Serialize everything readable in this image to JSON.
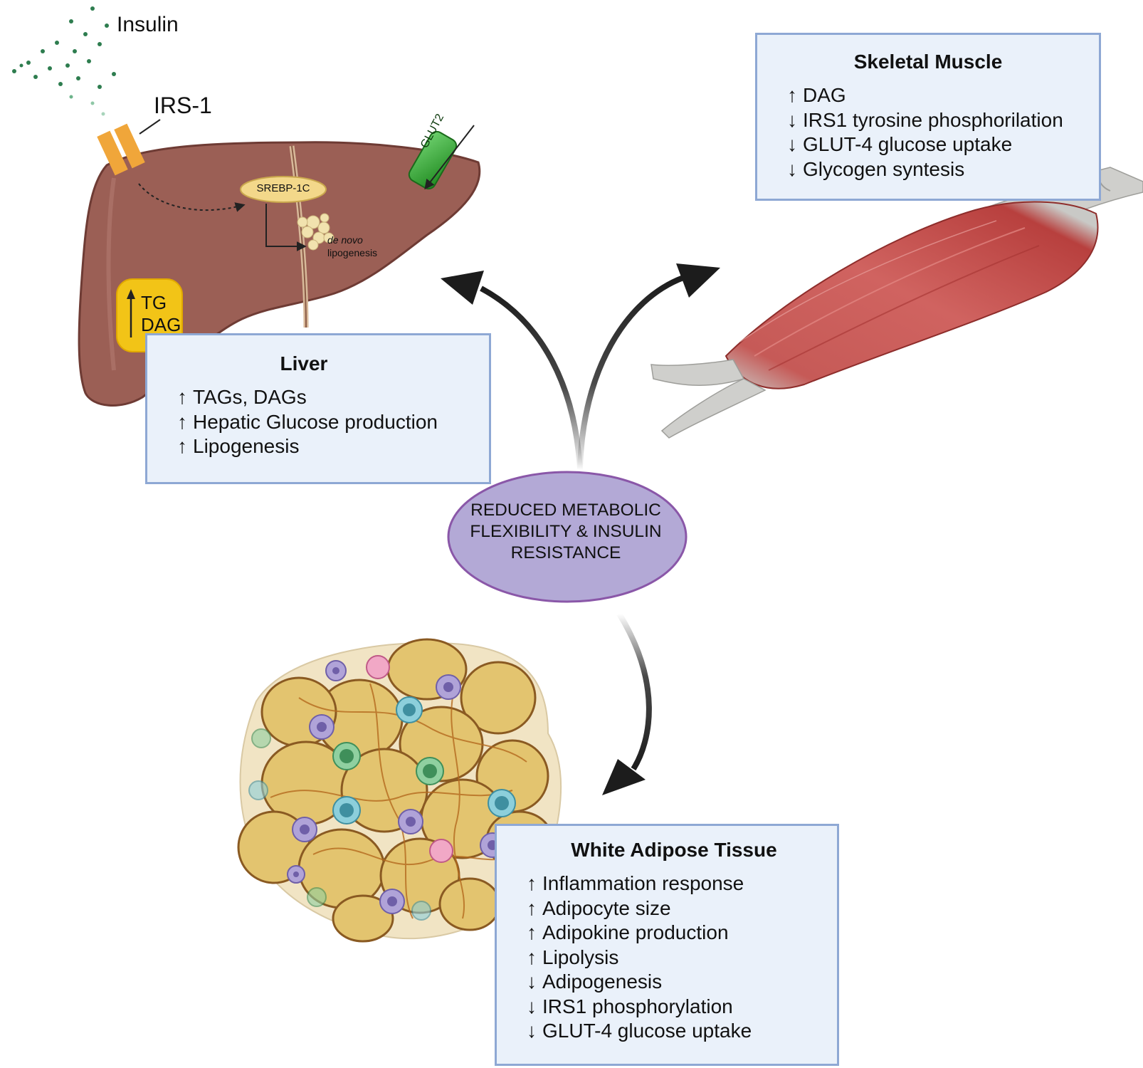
{
  "liver": {
    "title": "Liver",
    "items": [
      {
        "arrow": "↑",
        "text": "TAGs, DAGs"
      },
      {
        "arrow": "↑",
        "text": "Hepatic Glucose production"
      },
      {
        "arrow": "↑",
        "text": "Lipogenesis"
      }
    ],
    "labels": {
      "insulin": "Insulin",
      "irs1": "IRS-1",
      "srebp": "SREBP-1C",
      "denovo": "de novo",
      "lipogenesis": "lipogenesis",
      "glut2": "GLUT2",
      "tg_arrow": "↑",
      "tg": "TG",
      "dag": "DAG"
    }
  },
  "muscle": {
    "title": "Skeletal Muscle",
    "items": [
      {
        "arrow": "↑",
        "text": "DAG"
      },
      {
        "arrow": "↓",
        "text": "IRS1 tyrosine phosphorilation"
      },
      {
        "arrow": "↓",
        "text": "GLUT-4 glucose uptake"
      },
      {
        "arrow": "↓",
        "text": "Glycogen syntesis"
      }
    ]
  },
  "center": {
    "line1": "REDUCED METABOLIC",
    "line2": "FLEXIBILITY & INSULIN",
    "line3": "RESISTANCE"
  },
  "wat": {
    "title": "White Adipose Tissue",
    "items": [
      {
        "arrow": "↑",
        "text": "Inflammation response"
      },
      {
        "arrow": "↑",
        "text": "Adipocyte size"
      },
      {
        "arrow": "↑",
        "text": "Adipokine production"
      },
      {
        "arrow": "↑",
        "text": "Lipolysis"
      },
      {
        "arrow": "↓",
        "text": "Adipogenesis"
      },
      {
        "arrow": "↓",
        "text": "IRS1 phosphorylation"
      },
      {
        "arrow": "↓",
        "text": "GLUT-4 glucose uptake"
      }
    ]
  },
  "colors": {
    "panel_bg": "#eaf1fa",
    "panel_border": "#8ea8d4",
    "liver": "#9b5f55",
    "ellipse": "#b3a9d6",
    "ellipse_border": "#8a57a8",
    "muscle": "#c0504d",
    "adipocyte": "#e3c46f",
    "insulin_dots": "#2e7d4f"
  }
}
